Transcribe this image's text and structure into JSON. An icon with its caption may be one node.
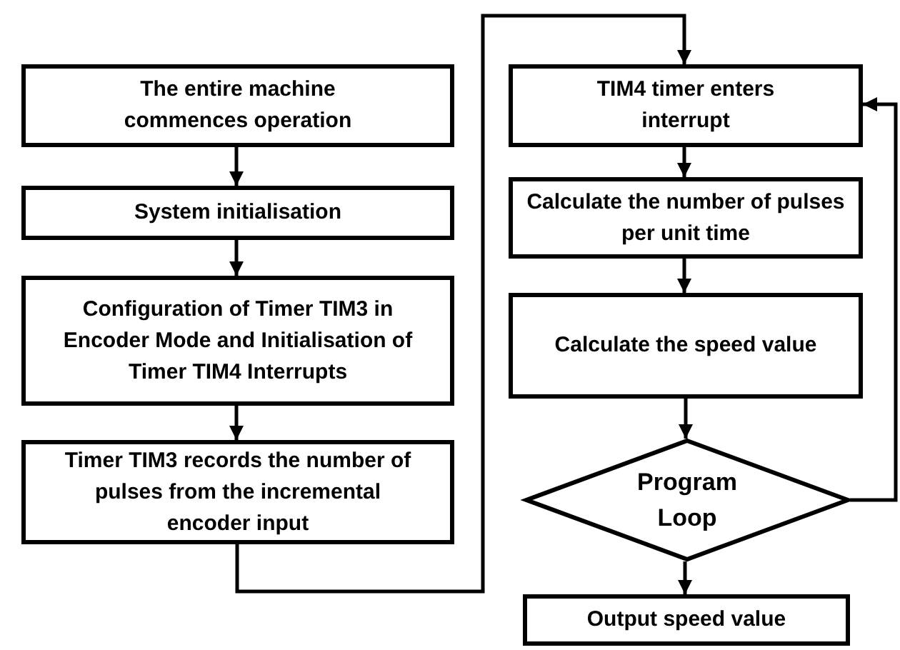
{
  "diagram": {
    "nodes": [
      {
        "text": [
          "The entire machine commences operation"
        ]
      },
      {
        "text": [
          "System initialisation"
        ]
      },
      {
        "text": [
          "Configuration of Timer TIM3 in Encoder Mode and Initialisation of Timer TIM4 Interrupts"
        ]
      },
      {
        "text": [
          "Timer TIM3 records the number of pulses from the incremental encoder input"
        ]
      },
      {
        "text": [
          "TIM4 timer enters interrupt"
        ]
      },
      {
        "text": [
          "Calculate the number of pulses per unit time"
        ]
      },
      {
        "text": [
          "Calculate the speed value"
        ]
      },
      {
        "text": [
          "Program Loop"
        ]
      },
      {
        "text": [
          "Output speed value"
        ]
      }
    ],
    "edges": [
      {
        "from": 0,
        "to": 1,
        "arrow": "to"
      },
      {
        "from": 1,
        "to": 2,
        "arrow": "to"
      },
      {
        "from": 2,
        "to": 3,
        "arrow": "to"
      },
      {
        "from": 3,
        "to": 4,
        "arrow": "to"
      },
      {
        "from": 4,
        "to": 5,
        "arrow": "to"
      },
      {
        "from": 5,
        "to": 6,
        "arrow": "to"
      },
      {
        "from": 6,
        "to": 7,
        "arrow": "to"
      },
      {
        "from": 7,
        "to": 8,
        "arrow": "to"
      },
      {
        "from": 7,
        "to": 4,
        "arrow": "to"
      }
    ]
  }
}
